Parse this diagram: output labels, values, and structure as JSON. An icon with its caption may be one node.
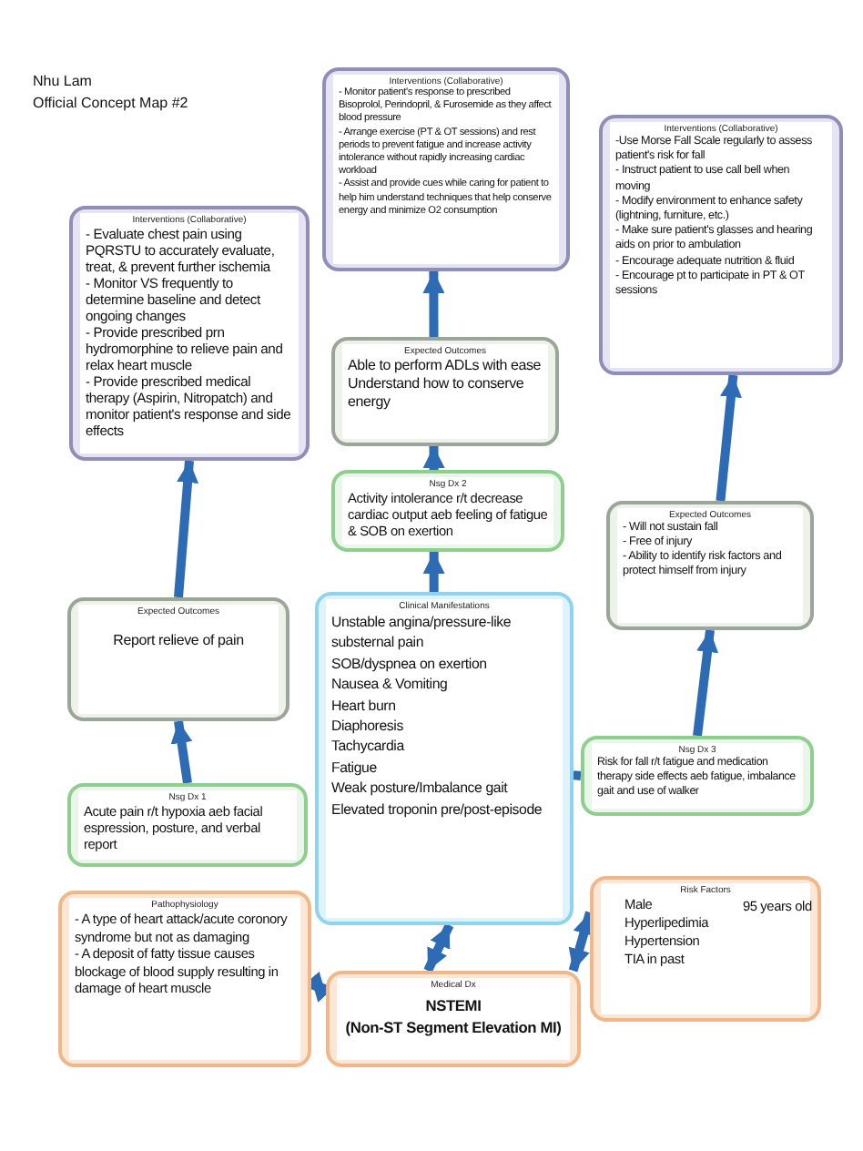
{
  "diagram": {
    "title": "Nhu Lam",
    "nodes": [
      {
        "text": [
          "Interventions (Collaborative)",
          "- Evaluate chest pain using PQRSTU to accurately evaluate, treat, & prevent further ischemia",
          "- Monitor VS frequently to determine baseline and detect ongoing changes",
          "- Provide prescribed prn hydromorphine to relieve pain and relax heart muscle",
          "- Provide prescribed medical therapy (Aspirin, Nitropatch) and monitor patient's response and side effects"
        ]
      },
      {
        "text": [
          "Interventions (Collaborative)",
          "- Monitor patient's response to prescribed Bisoprolol, Perindopril, & Furosemide as they affect blood pressure",
          "- Arrange exercise (PT & OT sessions) and rest periods to prevent fatigue and increase activity intolerance without rapidly increasing cardiac workload",
          "- Assist and provide cues while caring for patient to help him understand techniques that help conserve energy and minimize O2 consumption"
        ]
      },
      {
        "text": [
          "Interventions (Collaborative)",
          "-Use Morse Fall Scale regularly to assess patient's risk for fall",
          "- Instruct patient to use call bell when moving",
          "- Modify environment to enhance safety (lightning, furniture, etc.)",
          "- Make sure patient's glasses and hearing aids on prior to ambulation",
          "- Encourage adequate nutrition & fluid",
          "- Encourage pt to participate in PT & OT sessions"
        ]
      },
      {
        "text": [
          "Expected Outcomes",
          "Able to perform ADLs with ease",
          "Understand how to conserve energy"
        ]
      },
      {
        "text": [
          "Nsg Dx 2",
          "Activity intolerance r/t decrease cardiac output aeb feeling of fatigue & SOB on exertion"
        ]
      },
      {
        "text": [
          "Expected Outcomes",
          "- Will not sustain fall",
          "- Free of injury",
          "- Ability to identify risk factors and protect himself from injury"
        ]
      },
      {
        "text": [
          "Expected Outcomes",
          "Report relieve of pain"
        ]
      },
      {
        "text": [
          "Clinical Manifestations",
          "Unstable angina/pressure-like substernal pain",
          "SOB/dyspnea on exertion",
          "Nausea & Vomiting",
          "Heart burn",
          "Diaphoresis",
          "Tachycardia",
          "Fatigue",
          "Weak posture/Imbalance gait",
          "Elevated troponin pre/post-episode"
        ]
      },
      {
        "text": [
          "Nsg Dx 3",
          "Risk for fall r/t fatigue and medication therapy side effects aeb fatigue, imbalance gait and use of walker"
        ]
      },
      {
        "text": [
          "Nsg Dx 1",
          "Acute pain r/t hypoxia aeb facial espression, posture, and verbal report"
        ]
      },
      {
        "text": [
          "Pathophysiology",
          "- A type of heart attack/acute coronory syndrome but not as damaging",
          "- A deposit of fatty tissue causes blockage of blood supply resulting in damage of heart muscle"
        ]
      },
      {
        "text": [
          "Medical Dx",
          "NSTEMI",
          "(Non-ST Segment Elevation MI)"
        ]
      },
      {
        "text": [
          "Risk Factors",
          "Male",
          "95 years old",
          "Hyperlipedimia",
          "Hypertension",
          "TIA in past"
        ]
      }
    ],
    "edges": [
      {
        "from": 9,
        "to": 6,
        "arrow": "to"
      },
      {
        "from": 6,
        "to": 0,
        "arrow": "to"
      },
      {
        "from": 7,
        "to": 4,
        "arrow": "to"
      },
      {
        "from": 4,
        "to": 3,
        "arrow": "to"
      },
      {
        "from": 3,
        "to": 1,
        "arrow": "to"
      },
      {
        "from": 7,
        "to": 8,
        "arrow": "to"
      },
      {
        "from": 8,
        "to": 5,
        "arrow": "to"
      },
      {
        "from": 5,
        "to": 2,
        "arrow": "to"
      },
      {
        "from": 7,
        "to": 11,
        "arrow": "both"
      },
      {
        "from": 11,
        "to": 10,
        "arrow": "both"
      },
      {
        "from": 11,
        "to": 12,
        "arrow": "both"
      }
    ],
    "labels": [
      "Official Concept Map #2"
    ]
  }
}
